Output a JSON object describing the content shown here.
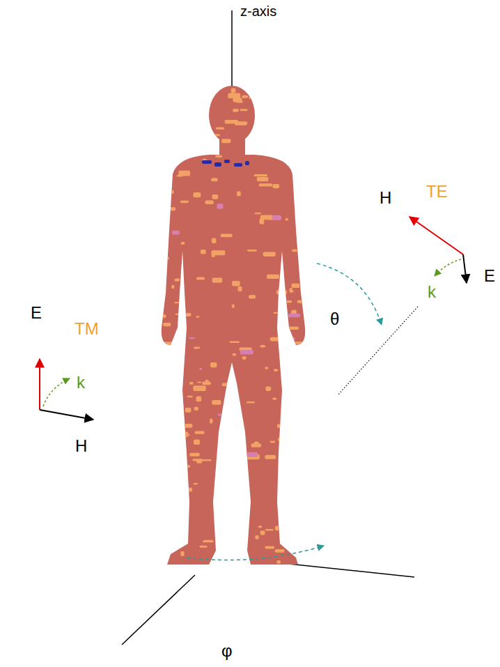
{
  "diagram": {
    "labels": [
      "z-axis",
      "H",
      "TE",
      "E",
      "k",
      "θ",
      "E",
      "TM",
      "k",
      "H",
      "φ"
    ]
  }
}
